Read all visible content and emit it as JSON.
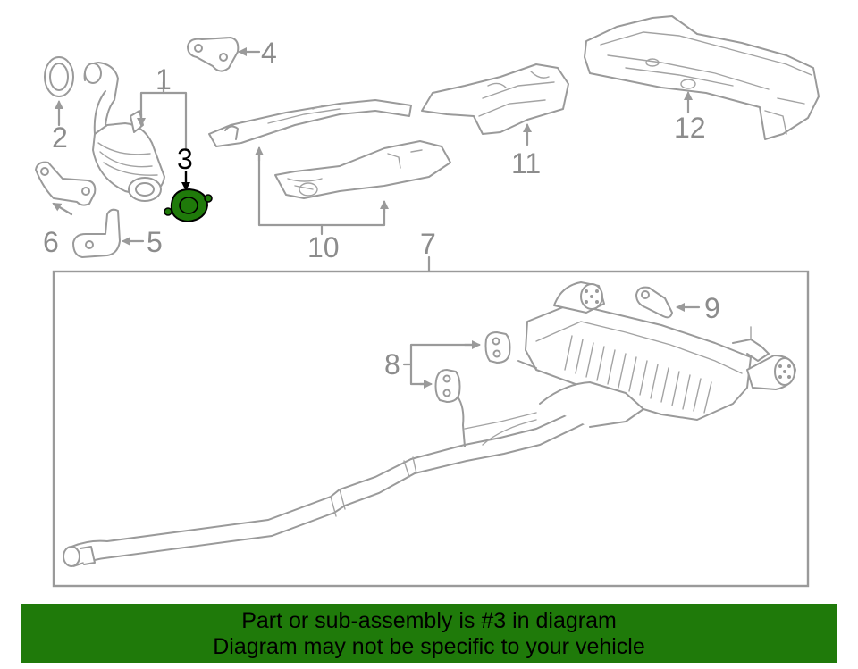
{
  "callouts": {
    "c1": "1",
    "c2": "2",
    "c3": "3",
    "c4": "4",
    "c5": "5",
    "c6": "6",
    "c7": "7",
    "c8": "8",
    "c9": "9",
    "c10": "10",
    "c11": "11",
    "c12": "12"
  },
  "highlighted_part": "3",
  "colors": {
    "highlight": "#1f7a0a",
    "line": "#9a9a9a",
    "banner_bg": "#1f7a0a"
  },
  "banner": {
    "line1": "Part or sub-assembly is #3 in diagram",
    "line2": "Diagram may not be specific to your vehicle"
  }
}
